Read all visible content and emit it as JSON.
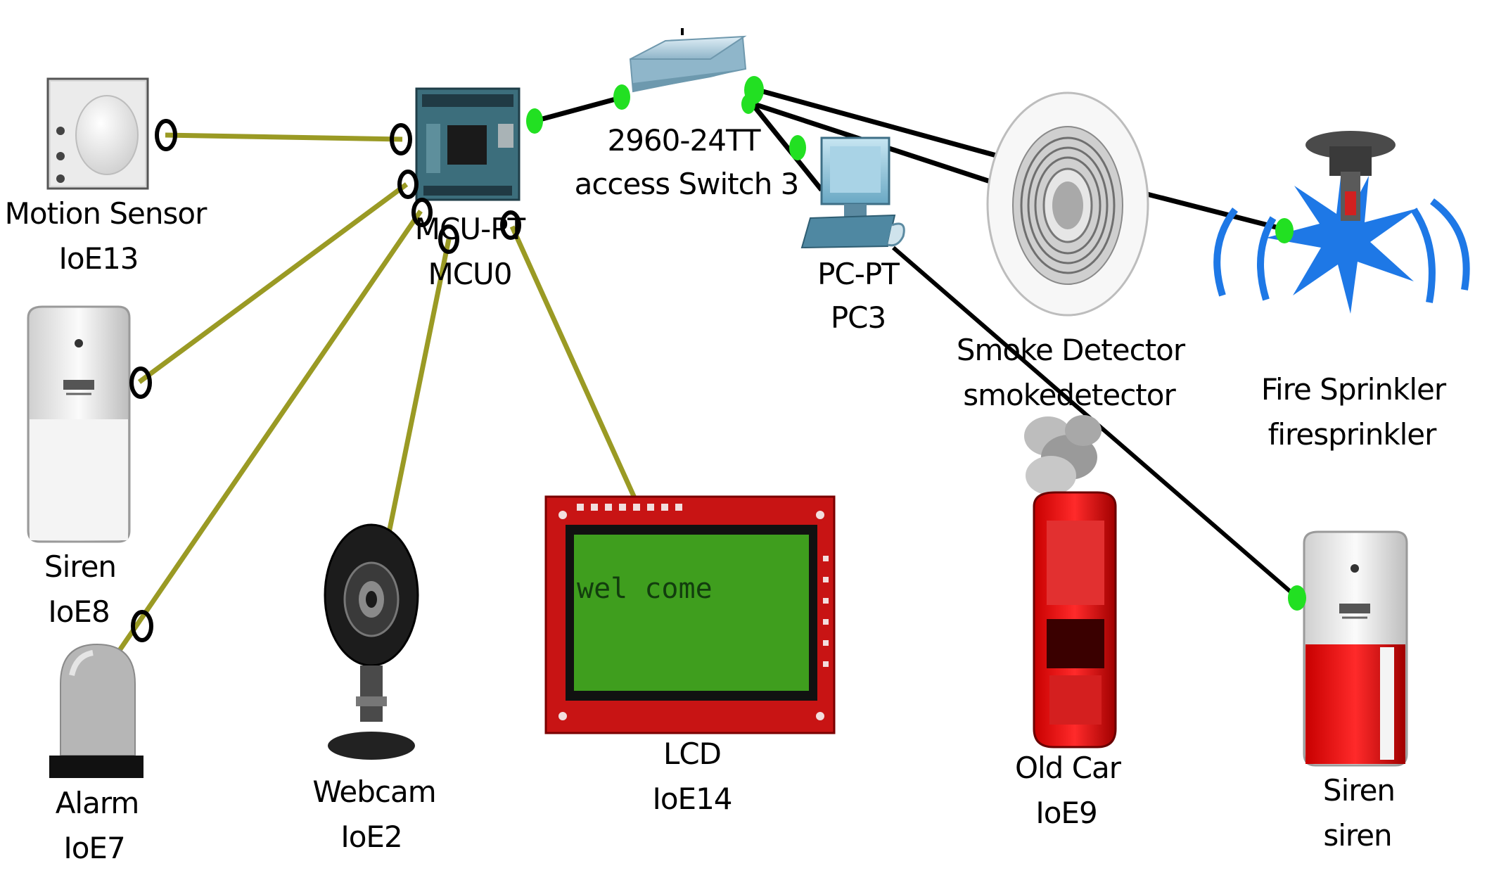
{
  "colors": {
    "background": "#ffffff",
    "iot_link": "#9a9a24",
    "ethernet_link": "#000000",
    "port_up": "#22e022",
    "lcd_board": "#c81414",
    "lcd_screen": "#3f9e1e"
  },
  "devices": {
    "motion_sensor": {
      "icon": "motion-sensor-icon",
      "type": "Motion Sensor",
      "name": "IoE13"
    },
    "mcu": {
      "icon": "mcu-board-icon",
      "type": "MCU-PT",
      "name": "MCU0"
    },
    "switch": {
      "icon": "switch-icon",
      "type": "2960-24TT",
      "name": "access Switch 3"
    },
    "pc": {
      "icon": "pc-icon",
      "type": "PC-PT",
      "name": "PC3"
    },
    "smoke_detector": {
      "icon": "smoke-detector-icon",
      "type": "Smoke Detector",
      "name": "smokedetector"
    },
    "fire_sprinkler": {
      "icon": "fire-sprinkler-icon",
      "type": "Fire Sprinkler",
      "name": "firesprinkler"
    },
    "siren_left": {
      "icon": "siren-icon",
      "type": "Siren",
      "name": "IoE8"
    },
    "alarm": {
      "icon": "alarm-icon",
      "type": "Alarm",
      "name": "IoE7"
    },
    "webcam": {
      "icon": "webcam-icon",
      "type": "Webcam",
      "name": "IoE2"
    },
    "lcd": {
      "icon": "lcd-icon",
      "type": "LCD",
      "name": "IoE14",
      "display_text": "wel come"
    },
    "old_car": {
      "icon": "old-car-icon",
      "type": "Old Car",
      "name": "IoE9"
    },
    "siren_right": {
      "icon": "siren-icon",
      "type": "Siren",
      "name": "siren"
    }
  }
}
